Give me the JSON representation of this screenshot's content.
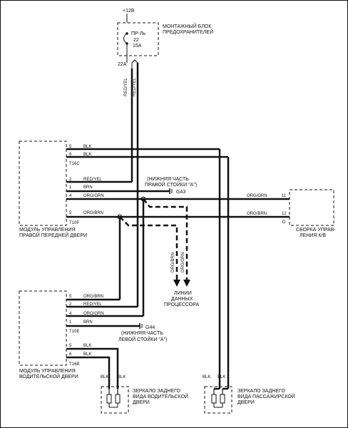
{
  "fuse_block": {
    "supply": "+12В",
    "title_line1": "МОНТАЖНЫЙ БЛОК",
    "title_line2": "ПРЕДОХРАНИТЕЛЕЙ",
    "fuse_name": "ПР-Ль",
    "fuse_number": "22",
    "fuse_rating": "15А",
    "terminal": "22А",
    "wire_left": "RED/YEL",
    "wire_right": "RED/YEL"
  },
  "right_door_module": {
    "label_line1": "МОДУЛЬ УПРАВЛЕНИЯ",
    "label_line2": "ПРАВОЙ ПЕРЕДНЕЙ ДВЕРИ",
    "connector_c": "T16C",
    "connector_f": "T10F",
    "pins": [
      {
        "pin": "5",
        "wire": "BLK"
      },
      {
        "pin": "6",
        "wire": "BLK"
      },
      {
        "pin": "2",
        "wire": "RED/YEL"
      },
      {
        "pin": "1",
        "wire": "BRN"
      },
      {
        "pin": "4",
        "wire": "ORG/GRN"
      },
      {
        "pin": "5",
        "wire": "ORG/BRN"
      }
    ]
  },
  "ground_right": {
    "name": "G43",
    "label_line1": "(НИЖНЯЯ ЧАСТЬ",
    "label_line2": "ПРАВОЙ СТОЙКИ \"А\")"
  },
  "ground_left": {
    "name": "G44",
    "label_line1": "(НИЖНЯЯ ЧАСТЬ",
    "label_line2": "ЛЕВОЙ СТОЙКИ \"А\")"
  },
  "data_lines": {
    "wire_1": "ORG/BRN",
    "wire_2": "ORG/GRN",
    "label_line1": "ЛИНИИ",
    "label_line2": "ДАННЫХ",
    "label_line3": "ПРОЦЕССОРА"
  },
  "dash_module": {
    "label_line1": "СБОРКА УПРАВ-",
    "label_line2": "ЛЕНИЯ К/В",
    "connector": "D",
    "pin_top": "11",
    "pin_bottom": "12",
    "wire_top": "ORG/GRN",
    "wire_bottom": "ORG/BRN"
  },
  "driver_door_module": {
    "label_line1": "МОДУЛЬ УПРАВЛЕНИЯ",
    "label_line2": "ВОДИТЕЛЬСКОЙ ДВЕРИ",
    "connector_e": "T10E",
    "connector_b": "T16B",
    "pins": [
      {
        "pin": "5",
        "wire": "ORG/BRN"
      },
      {
        "pin": "2",
        "wire": "RED/YEL"
      },
      {
        "pin": "4",
        "wire": "ORG/GRN"
      },
      {
        "pin": "1",
        "wire": "BRN"
      },
      {
        "pin": "5",
        "wire": "BLK"
      },
      {
        "pin": "6",
        "wire": "BLK"
      }
    ]
  },
  "mirror_left": {
    "label_line1": "ЗЕРКАЛО ЗАДНЕГО",
    "label_line2": "ВИДА ВОДИТЕЛЬСКОЙ",
    "label_line3": "ДВЕРИ",
    "wire_1": "BLK",
    "wire_2": "BLK"
  },
  "mirror_right": {
    "label_line1": "ЗЕРКАЛО ЗАДНЕГО",
    "label_line2": "ВИДА ПАССАЖИРСКОЙ",
    "label_line3": "ДВЕРИ",
    "wire_1": "BLK",
    "wire_2": "BLK"
  }
}
